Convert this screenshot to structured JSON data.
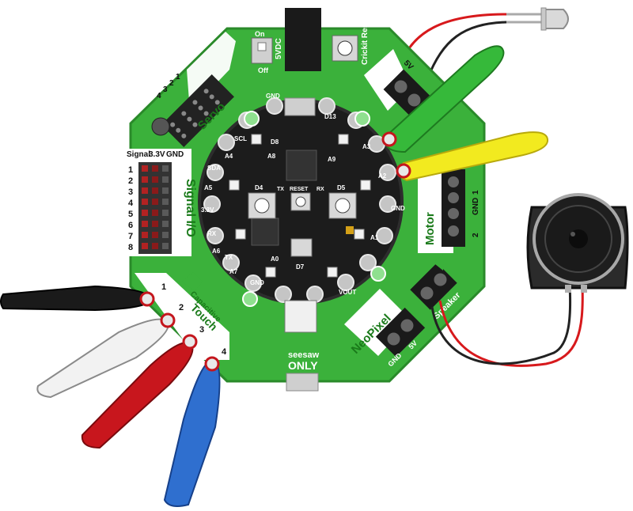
{
  "crickit": {
    "switch": {
      "on": "On",
      "off": "Off"
    },
    "power_jack": "5VDC",
    "reset_button": "Crickit Reset",
    "servo": {
      "title": "Servo",
      "numbers": [
        "1",
        "2",
        "3",
        "4"
      ]
    },
    "signal_io": {
      "title": "Signal I/O",
      "header": [
        "Signal",
        "3.3V",
        "GND"
      ],
      "rows": [
        "1",
        "2",
        "3",
        "4",
        "5",
        "6",
        "7",
        "8"
      ]
    },
    "capacitive_touch": {
      "title_top": "Capacitive",
      "title_bottom": "Touch",
      "pads": [
        "1",
        "2",
        "3",
        "4"
      ]
    },
    "neopixel": {
      "title": "NeoPixel",
      "pins": [
        "GND",
        "5V"
      ]
    },
    "speaker": {
      "title": "Speaker"
    },
    "motor": {
      "title": "Motor",
      "pins": [
        "1",
        "GND",
        "2"
      ]
    },
    "drive": {
      "pin": "5V"
    },
    "seesaw": {
      "line1": "seesaw",
      "line2": "ONLY"
    }
  },
  "cpx": {
    "pins": {
      "a1": "A1",
      "a2": "A2",
      "a3": "A3",
      "a4": "A4",
      "a5": "A5",
      "a6": "A6",
      "a7": "A7",
      "scl": "SCL",
      "sda": "SDA",
      "rx": "RX",
      "tx": "TX",
      "gnd": "GND",
      "vout": "VOUT",
      "a0": "A0",
      "v33": "3.3V",
      "d13": "D13",
      "d8": "D8",
      "a8": "A8",
      "a9": "A9",
      "d4": "D4",
      "d5": "D5",
      "d7": "D7",
      "reset": "RESET"
    }
  },
  "colors": {
    "board": "#3bb13b",
    "cpx": "#1c1c1c",
    "clip_black": "#1a1a1a",
    "clip_white": "#f2f2f2",
    "clip_red": "#c8161d",
    "clip_blue": "#2f6fcf",
    "clip_green": "#36b93a",
    "clip_yellow": "#f2ea1f"
  }
}
